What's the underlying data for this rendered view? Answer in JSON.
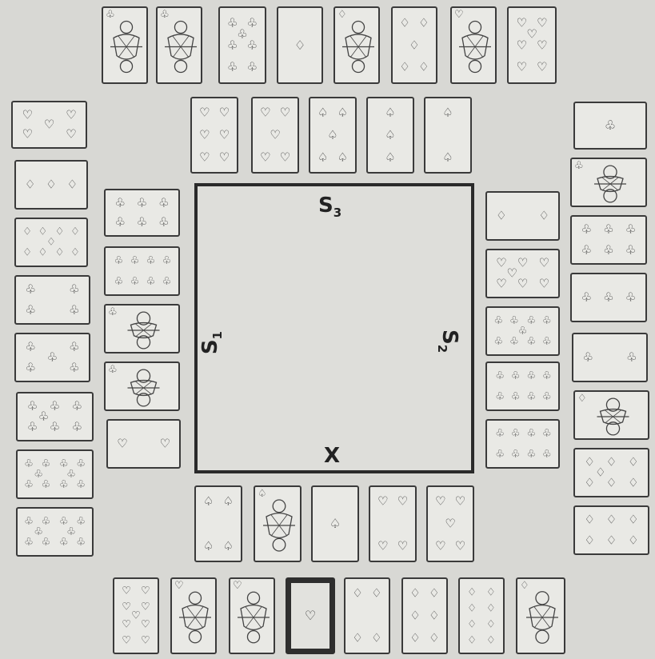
{
  "board": {
    "labels": {
      "s3": "S",
      "s3_sub": "3",
      "s1": "S",
      "s1_sub": "1",
      "s2": "S",
      "s2_sub": "2",
      "x": "X"
    },
    "colors": {
      "ink": "#3a3a3a",
      "paper": "#e9e9e5",
      "background": "#d8d8d4"
    }
  },
  "cards": [
    {
      "suit": "clubs",
      "rank": "Q",
      "face": true
    },
    {
      "suit": "clubs",
      "rank": "K",
      "face": true
    },
    {
      "suit": "clubs",
      "rank": "7"
    },
    {
      "suit": "diamonds",
      "rank": "A"
    },
    {
      "suit": "diamonds",
      "rank": "Q",
      "face": true
    },
    {
      "suit": "diamonds",
      "rank": "5"
    },
    {
      "suit": "hearts",
      "rank": "Q",
      "face": true
    },
    {
      "suit": "hearts",
      "rank": "7"
    },
    {
      "suit": "hearts",
      "rank": "6"
    },
    {
      "suit": "hearts",
      "rank": "5"
    },
    {
      "suit": "spades",
      "rank": "5"
    },
    {
      "suit": "spades",
      "rank": "3"
    },
    {
      "suit": "spades",
      "rank": "2"
    },
    {
      "suit": "hearts",
      "rank": "5"
    },
    {
      "suit": "diamonds",
      "rank": "3"
    },
    {
      "suit": "diamonds",
      "rank": "9"
    },
    {
      "suit": "clubs",
      "rank": "4"
    },
    {
      "suit": "clubs",
      "rank": "5"
    },
    {
      "suit": "clubs",
      "rank": "7"
    },
    {
      "suit": "clubs",
      "rank": "10"
    },
    {
      "suit": "clubs",
      "rank": "10"
    },
    {
      "suit": "clubs",
      "rank": "6"
    },
    {
      "suit": "clubs",
      "rank": "8"
    },
    {
      "suit": "clubs",
      "rank": "J",
      "face": true
    },
    {
      "suit": "clubs",
      "rank": "Q",
      "face": true
    },
    {
      "suit": "hearts",
      "rank": "2"
    },
    {
      "suit": "clubs",
      "rank": "A"
    },
    {
      "suit": "clubs",
      "rank": "K",
      "face": true
    },
    {
      "suit": "clubs",
      "rank": "6"
    },
    {
      "suit": "clubs",
      "rank": "3"
    },
    {
      "suit": "clubs",
      "rank": "2"
    },
    {
      "suit": "diamonds",
      "rank": "J",
      "face": true
    },
    {
      "suit": "diamonds",
      "rank": "7"
    },
    {
      "suit": "diamonds",
      "rank": "6"
    },
    {
      "suit": "diamonds",
      "rank": "2"
    },
    {
      "suit": "hearts",
      "rank": "7"
    },
    {
      "suit": "clubs",
      "rank": "9"
    },
    {
      "suit": "clubs",
      "rank": "8"
    },
    {
      "suit": "clubs",
      "rank": "8"
    },
    {
      "suit": "spades",
      "rank": "4"
    },
    {
      "suit": "spades",
      "rank": "Q",
      "face": true
    },
    {
      "suit": "spades",
      "rank": "A"
    },
    {
      "suit": "hearts",
      "rank": "4"
    },
    {
      "suit": "hearts",
      "rank": "5"
    },
    {
      "suit": "hearts",
      "rank": "9"
    },
    {
      "suit": "hearts",
      "rank": "J",
      "face": true
    },
    {
      "suit": "hearts",
      "rank": "K",
      "face": true
    },
    {
      "suit": "hearts",
      "rank": "A",
      "back": true
    },
    {
      "suit": "diamonds",
      "rank": "4"
    },
    {
      "suit": "diamonds",
      "rank": "6"
    },
    {
      "suit": "diamonds",
      "rank": "8"
    },
    {
      "suit": "diamonds",
      "rank": "J",
      "face": true
    }
  ]
}
